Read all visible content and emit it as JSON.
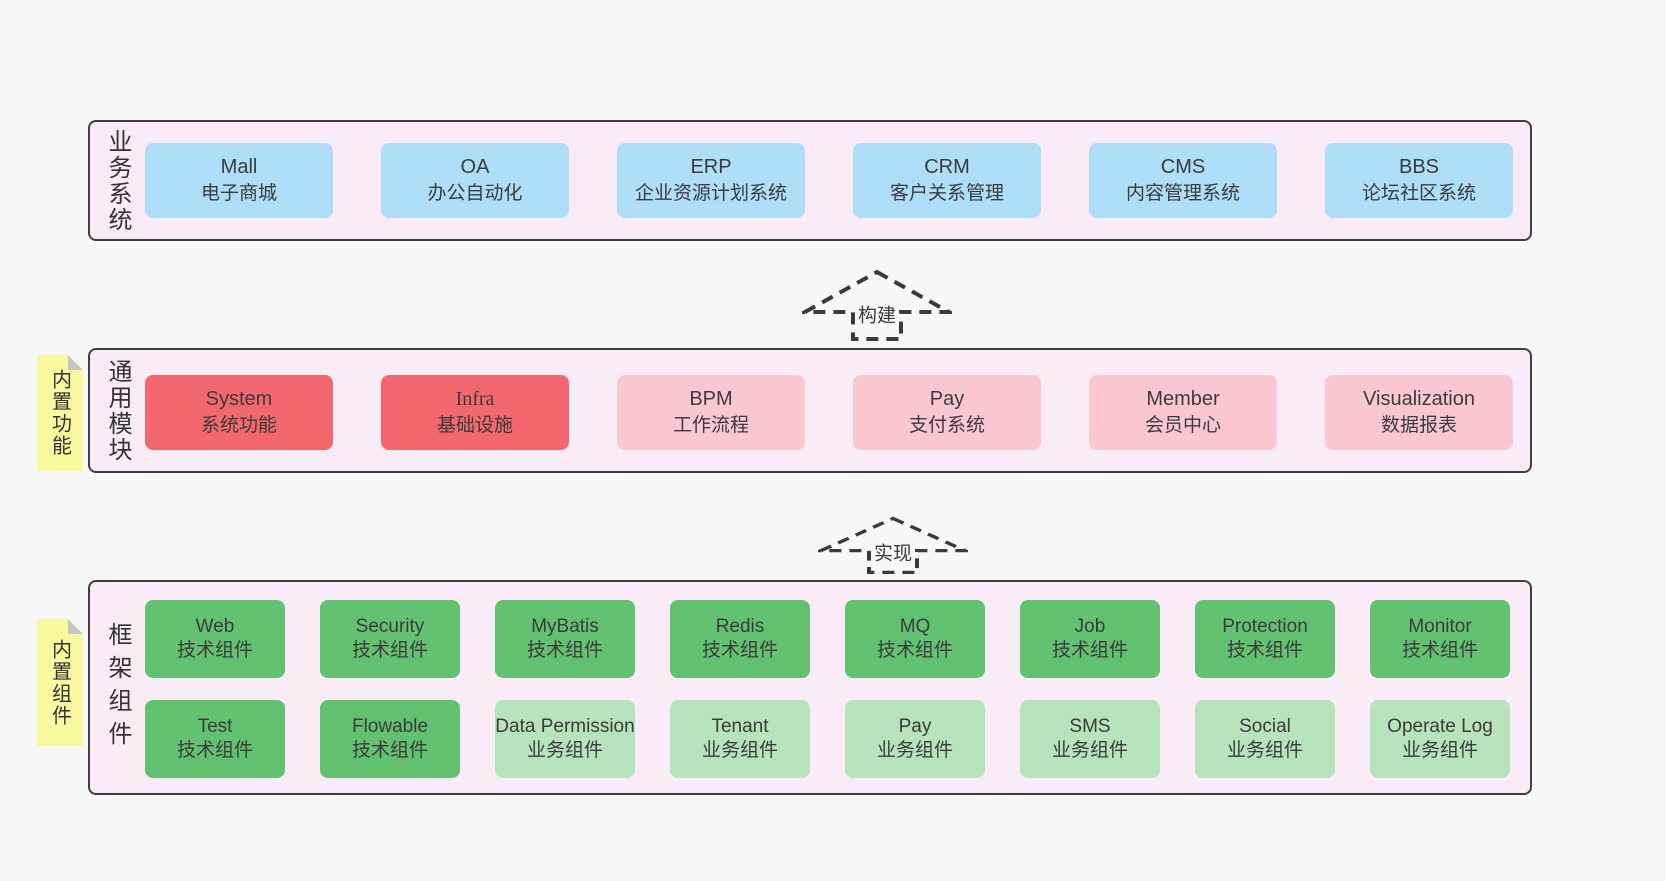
{
  "colors": {
    "page-bg": "#f8f8f8",
    "panel-bg": "#f9ecf6",
    "panel-border": "#3e3e3e",
    "blue": "#aedef8",
    "red": "#f3686e",
    "pink": "#fbc8d2",
    "green-dark": "#63c172",
    "green-light": "#b7e3bd",
    "yellow": "#fbf9a0",
    "fold-grey": "#c5c5c5",
    "text": "#3b3b3b"
  },
  "sections": {
    "business": {
      "label": "业务系统",
      "boxes": [
        {
          "name": "Mall",
          "desc": "电子商城"
        },
        {
          "name": "OA",
          "desc": "办公自动化"
        },
        {
          "name": "ERP",
          "desc": "企业资源计划系统"
        },
        {
          "name": "CRM",
          "desc": "客户关系管理"
        },
        {
          "name": "CMS",
          "desc": "内容管理系统"
        },
        {
          "name": "BBS",
          "desc": "论坛社区系统"
        }
      ]
    },
    "modules": {
      "label": "通用模块",
      "sticky": "内置功能",
      "boxes": [
        {
          "name": "System",
          "desc": "系统功能"
        },
        {
          "name": "Infra",
          "desc": "基础设施"
        },
        {
          "name": "BPM",
          "desc": "工作流程"
        },
        {
          "name": "Pay",
          "desc": "支付系统"
        },
        {
          "name": "Member",
          "desc": "会员中心"
        },
        {
          "name": "Visualization",
          "desc": "数据报表"
        }
      ]
    },
    "framework": {
      "label": "框架组件",
      "sticky": "内置组件",
      "row1": [
        {
          "name": "Web",
          "desc": "技术组件"
        },
        {
          "name": "Security",
          "desc": "技术组件"
        },
        {
          "name": "MyBatis",
          "desc": "技术组件"
        },
        {
          "name": "Redis",
          "desc": "技术组件"
        },
        {
          "name": "MQ",
          "desc": "技术组件"
        },
        {
          "name": "Job",
          "desc": "技术组件"
        },
        {
          "name": "Protection",
          "desc": "技术组件"
        },
        {
          "name": "Monitor",
          "desc": "技术组件"
        }
      ],
      "row2": [
        {
          "name": "Test",
          "desc": "技术组件"
        },
        {
          "name": "Flowable",
          "desc": "技术组件"
        },
        {
          "name": "Data Permission",
          "desc": "业务组件"
        },
        {
          "name": "Tenant",
          "desc": "业务组件"
        },
        {
          "name": "Pay",
          "desc": "业务组件"
        },
        {
          "name": "SMS",
          "desc": "业务组件"
        },
        {
          "name": "Social",
          "desc": "业务组件"
        },
        {
          "name": "Operate Log",
          "desc": "业务组件"
        }
      ]
    }
  },
  "arrows": {
    "build": {
      "label": "构建"
    },
    "implement": {
      "label": "实现"
    }
  }
}
